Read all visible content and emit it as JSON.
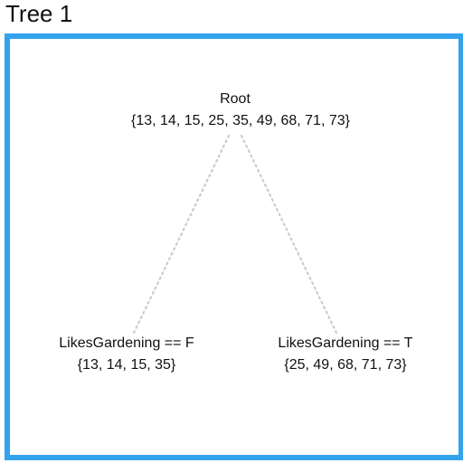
{
  "title": "Tree 1",
  "colors": {
    "frame": "#33a3ee",
    "edge": "#c8c8c8",
    "text": "#111111"
  },
  "tree": {
    "root": {
      "label": "Root",
      "set": "{13, 14, 15, 25, 35, 49, 68, 71, 73}"
    },
    "left": {
      "label": "LikesGardening == F",
      "set": "{13, 14, 15, 35}"
    },
    "right": {
      "label": "LikesGardening == T",
      "set": "{25, 49, 68, 71, 73}"
    }
  }
}
